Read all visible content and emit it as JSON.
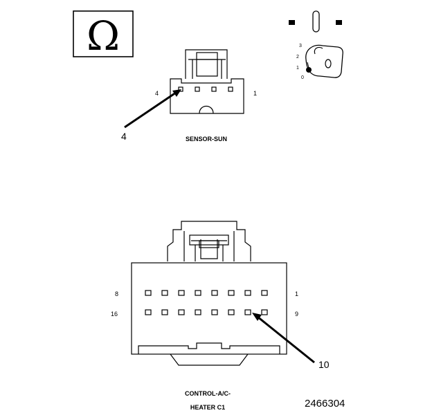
{
  "omega_symbol": "Ω",
  "ignition": {
    "positions": [
      "3",
      "2",
      "1",
      "0"
    ]
  },
  "sensor_sun": {
    "label": "SENSOR-SUN",
    "pin_left": "4",
    "pin_right": "1",
    "callout": "4"
  },
  "control_heater": {
    "label_line1": "CONTROL-A/C-",
    "label_line2": "HEATER C1",
    "top_left": "8",
    "top_right": "1",
    "bottom_left": "16",
    "bottom_right": "9",
    "callout": "10"
  },
  "figure_id": "2466304"
}
